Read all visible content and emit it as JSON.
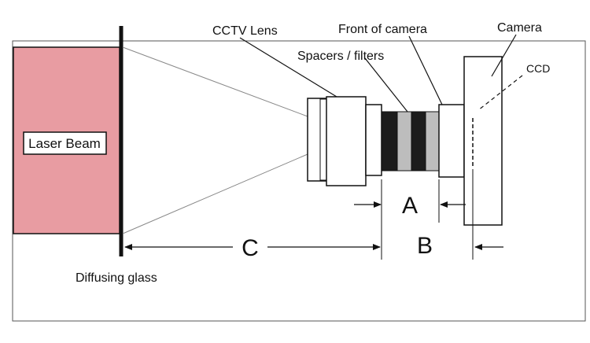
{
  "labels": {
    "cctv_lens": "CCTV Lens",
    "front_of_camera": "Front of camera",
    "camera": "Camera",
    "spacers_filters": "Spacers / filters",
    "ccd": "CCD",
    "laser_beam": "Laser Beam",
    "diffusing_glass": "Diffusing glass",
    "dim_a": "A",
    "dim_b": "B",
    "dim_c": "C"
  },
  "colors": {
    "laser_fill": "#e89ca2",
    "filter_dark": "#1c1c1c",
    "filter_light": "#bdbdbd",
    "line": "#111111"
  }
}
